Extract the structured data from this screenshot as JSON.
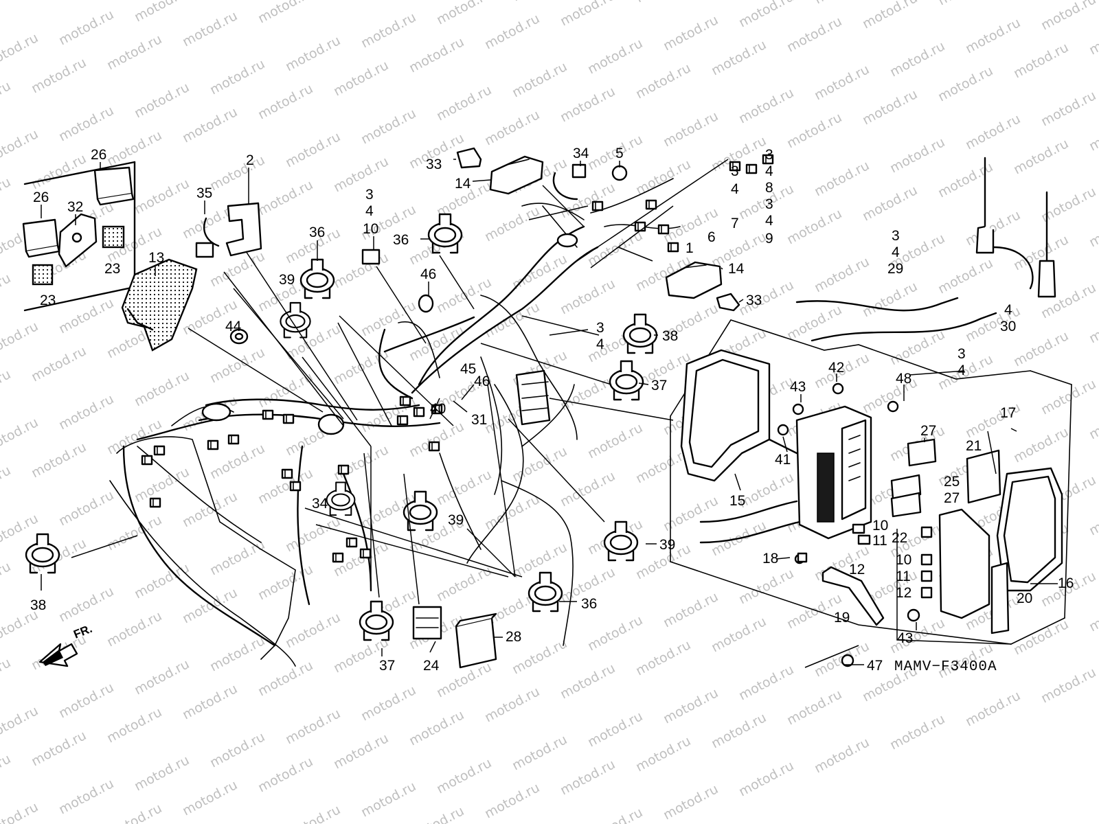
{
  "diagram": {
    "watermark": "motod.ru",
    "code": "MAMV−F3400A",
    "front_label": "FR.",
    "callouts": [
      {
        "id": "c1",
        "text": "26"
      },
      {
        "id": "c2",
        "text": "26"
      },
      {
        "id": "c3",
        "text": "32"
      },
      {
        "id": "c4",
        "text": "23"
      },
      {
        "id": "c5",
        "text": "23"
      },
      {
        "id": "c6",
        "text": "13"
      },
      {
        "id": "c7",
        "text": "35"
      },
      {
        "id": "c8",
        "text": "2"
      },
      {
        "id": "c9",
        "text": "36"
      },
      {
        "id": "c10",
        "text": "39"
      },
      {
        "id": "c11",
        "text": "44"
      },
      {
        "id": "c12",
        "text": "3"
      },
      {
        "id": "c13",
        "text": "4"
      },
      {
        "id": "c14",
        "text": "10"
      },
      {
        "id": "c15",
        "text": "33"
      },
      {
        "id": "c16",
        "text": "14"
      },
      {
        "id": "c17",
        "text": "34"
      },
      {
        "id": "c18",
        "text": "5"
      },
      {
        "id": "c19",
        "text": "36"
      },
      {
        "id": "c20",
        "text": "46"
      },
      {
        "id": "c21",
        "text": "3"
      },
      {
        "id": "c22",
        "text": "4"
      },
      {
        "id": "c23",
        "text": "8"
      },
      {
        "id": "c24",
        "text": "3"
      },
      {
        "id": "c25",
        "text": "4"
      },
      {
        "id": "c26",
        "text": "7"
      },
      {
        "id": "c27",
        "text": "3"
      },
      {
        "id": "c28",
        "text": "4"
      },
      {
        "id": "c29",
        "text": "9"
      },
      {
        "id": "c30",
        "text": "6"
      },
      {
        "id": "c31",
        "text": "1"
      },
      {
        "id": "c32",
        "text": "14"
      },
      {
        "id": "c33",
        "text": "33"
      },
      {
        "id": "c34",
        "text": "3"
      },
      {
        "id": "c35",
        "text": "4"
      },
      {
        "id": "c36",
        "text": "29"
      },
      {
        "id": "c37",
        "text": "4"
      },
      {
        "id": "c38",
        "text": "30"
      },
      {
        "id": "c39",
        "text": "3"
      },
      {
        "id": "c40",
        "text": "4"
      },
      {
        "id": "c41",
        "text": "38"
      },
      {
        "id": "c42",
        "text": "37"
      },
      {
        "id": "c43",
        "text": "45"
      },
      {
        "id": "c44",
        "text": "46"
      },
      {
        "id": "c45",
        "text": "40"
      },
      {
        "id": "c46",
        "text": "31"
      },
      {
        "id": "c47",
        "text": "42"
      },
      {
        "id": "c48",
        "text": "43"
      },
      {
        "id": "c49",
        "text": "48"
      },
      {
        "id": "c50",
        "text": "3"
      },
      {
        "id": "c51",
        "text": "4"
      },
      {
        "id": "c52",
        "text": "17"
      },
      {
        "id": "c53",
        "text": "41"
      },
      {
        "id": "c54",
        "text": "27"
      },
      {
        "id": "c55",
        "text": "21"
      },
      {
        "id": "c56",
        "text": "15"
      },
      {
        "id": "c57",
        "text": "25"
      },
      {
        "id": "c58",
        "text": "27"
      },
      {
        "id": "c59",
        "text": "34"
      },
      {
        "id": "c60",
        "text": "39"
      },
      {
        "id": "c61",
        "text": "10"
      },
      {
        "id": "c62",
        "text": "11"
      },
      {
        "id": "c63",
        "text": "22"
      },
      {
        "id": "c64",
        "text": "10"
      },
      {
        "id": "c65",
        "text": "11"
      },
      {
        "id": "c66",
        "text": "12"
      },
      {
        "id": "c67",
        "text": "18"
      },
      {
        "id": "c68",
        "text": "12"
      },
      {
        "id": "c69",
        "text": "16"
      },
      {
        "id": "c70",
        "text": "20"
      },
      {
        "id": "c71",
        "text": "19"
      },
      {
        "id": "c72",
        "text": "38"
      },
      {
        "id": "c73",
        "text": "39"
      },
      {
        "id": "c74",
        "text": "36"
      },
      {
        "id": "c75",
        "text": "43"
      },
      {
        "id": "c76",
        "text": "37"
      },
      {
        "id": "c77",
        "text": "24"
      },
      {
        "id": "c78",
        "text": "28"
      },
      {
        "id": "c79",
        "text": "47"
      }
    ]
  }
}
